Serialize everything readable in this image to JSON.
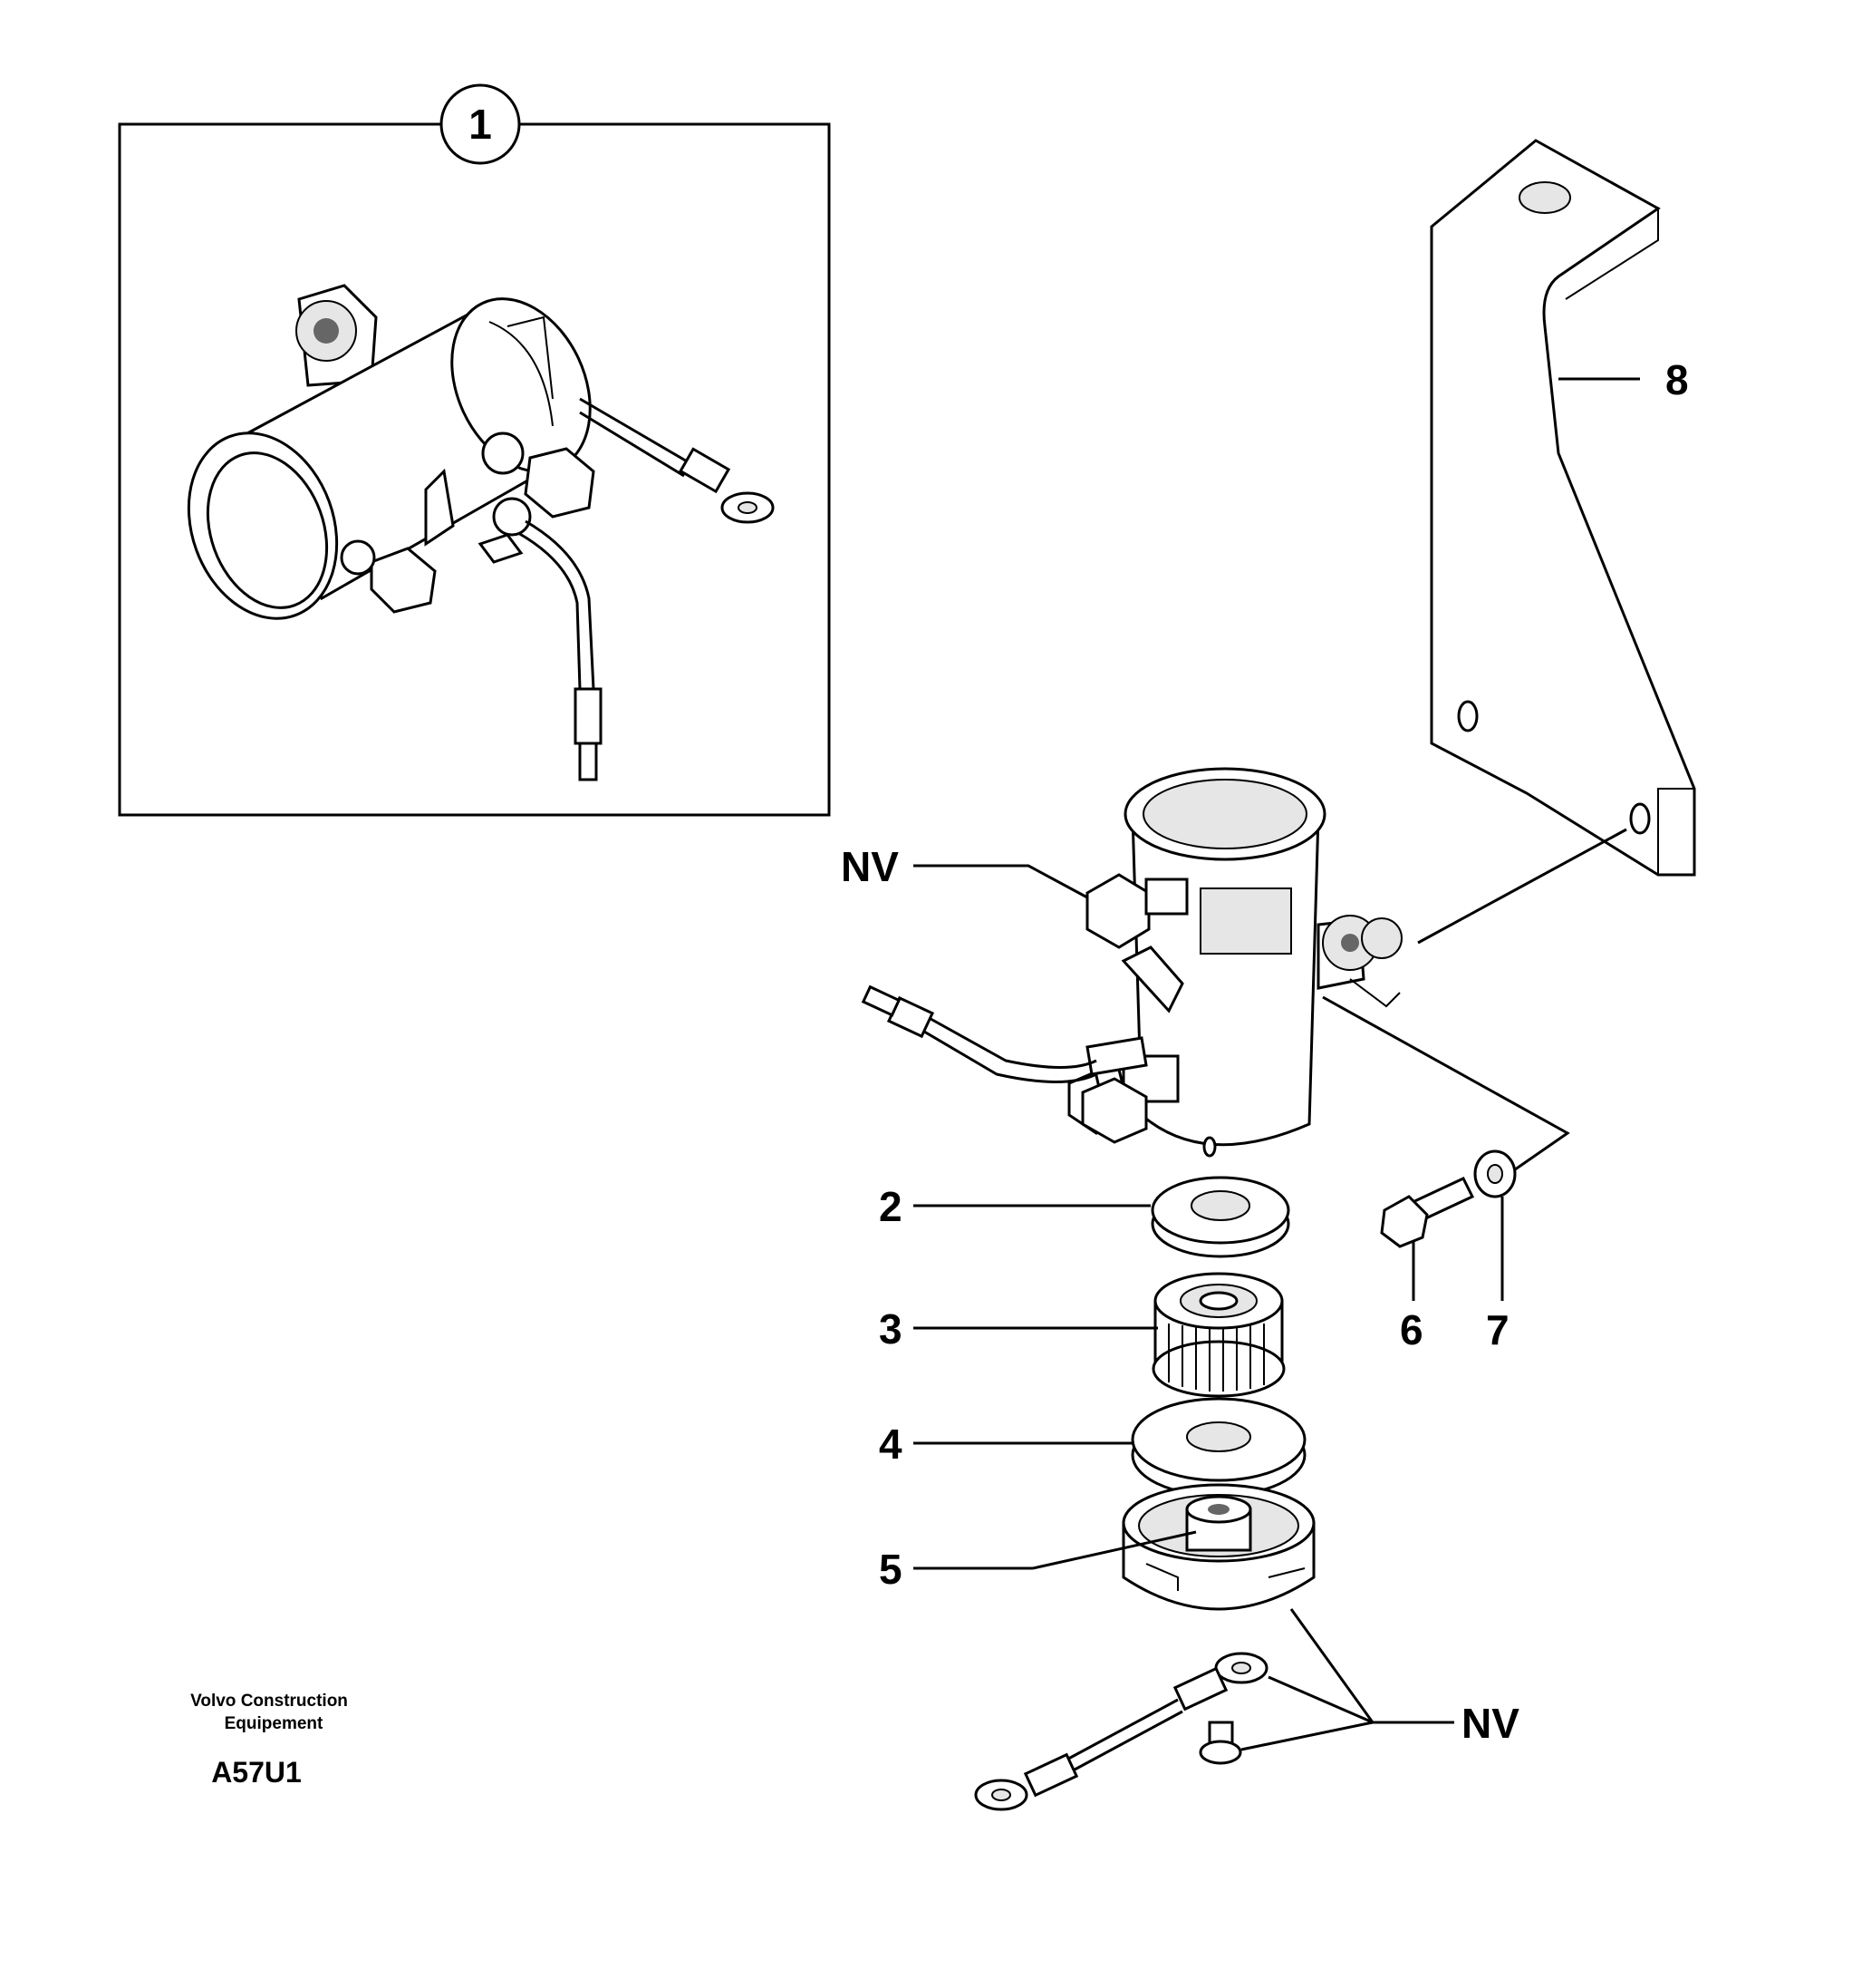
{
  "callouts": {
    "c1": "1",
    "c2": "2",
    "c3": "3",
    "c4": "4",
    "c5": "5",
    "c6": "6",
    "c7": "7",
    "c8": "8",
    "nv_top": "NV",
    "nv_bottom": "NV"
  },
  "footer": {
    "brand_line1": "Volvo Construction",
    "brand_line2": "Equipement",
    "figure_id": "A57U1"
  }
}
